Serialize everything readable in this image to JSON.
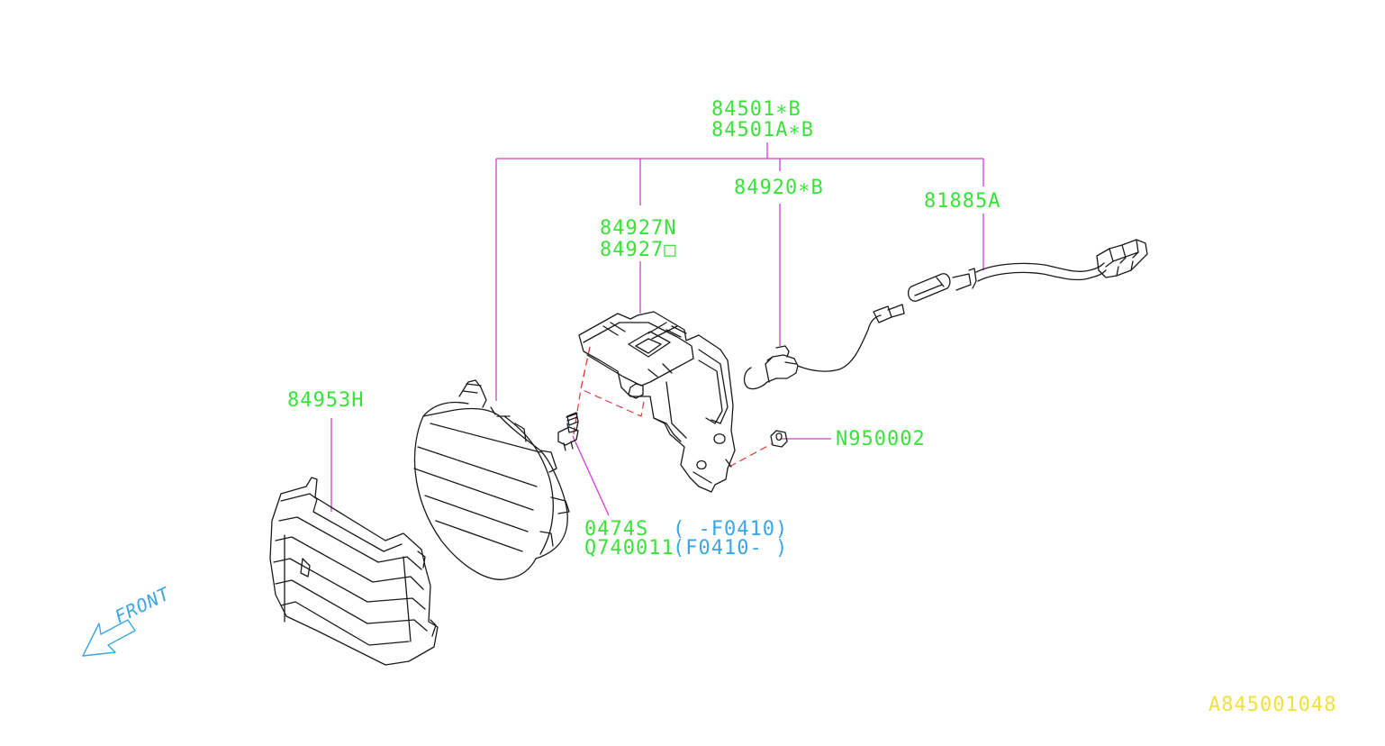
{
  "colors": {
    "part_label": "#3ae23a",
    "date_range": "#3aa6e6",
    "leader_line": "#d63ad6",
    "assembly_line": "#e03a3a",
    "line_art": "#1a1a1a",
    "front_arrow": "#3aa6e6",
    "diagram_id": "#f0e040"
  },
  "labels": {
    "assembly_1": "84501∗B",
    "assembly_2": "84501A∗B",
    "bracket_1": "84927N",
    "bracket_2": "84927□",
    "bulb": "84920∗B",
    "harness": "81885A",
    "bezel": "84953H",
    "nut": "N950002",
    "bolt_1": "0474S",
    "bolt_1_range": "( -F0410)",
    "bolt_2": "Q740011",
    "bolt_2_range": "(F0410- )",
    "front": "FRONT",
    "diagram_id": "A845001048"
  },
  "icons": {
    "front_arrow": "front-arrow-icon"
  }
}
